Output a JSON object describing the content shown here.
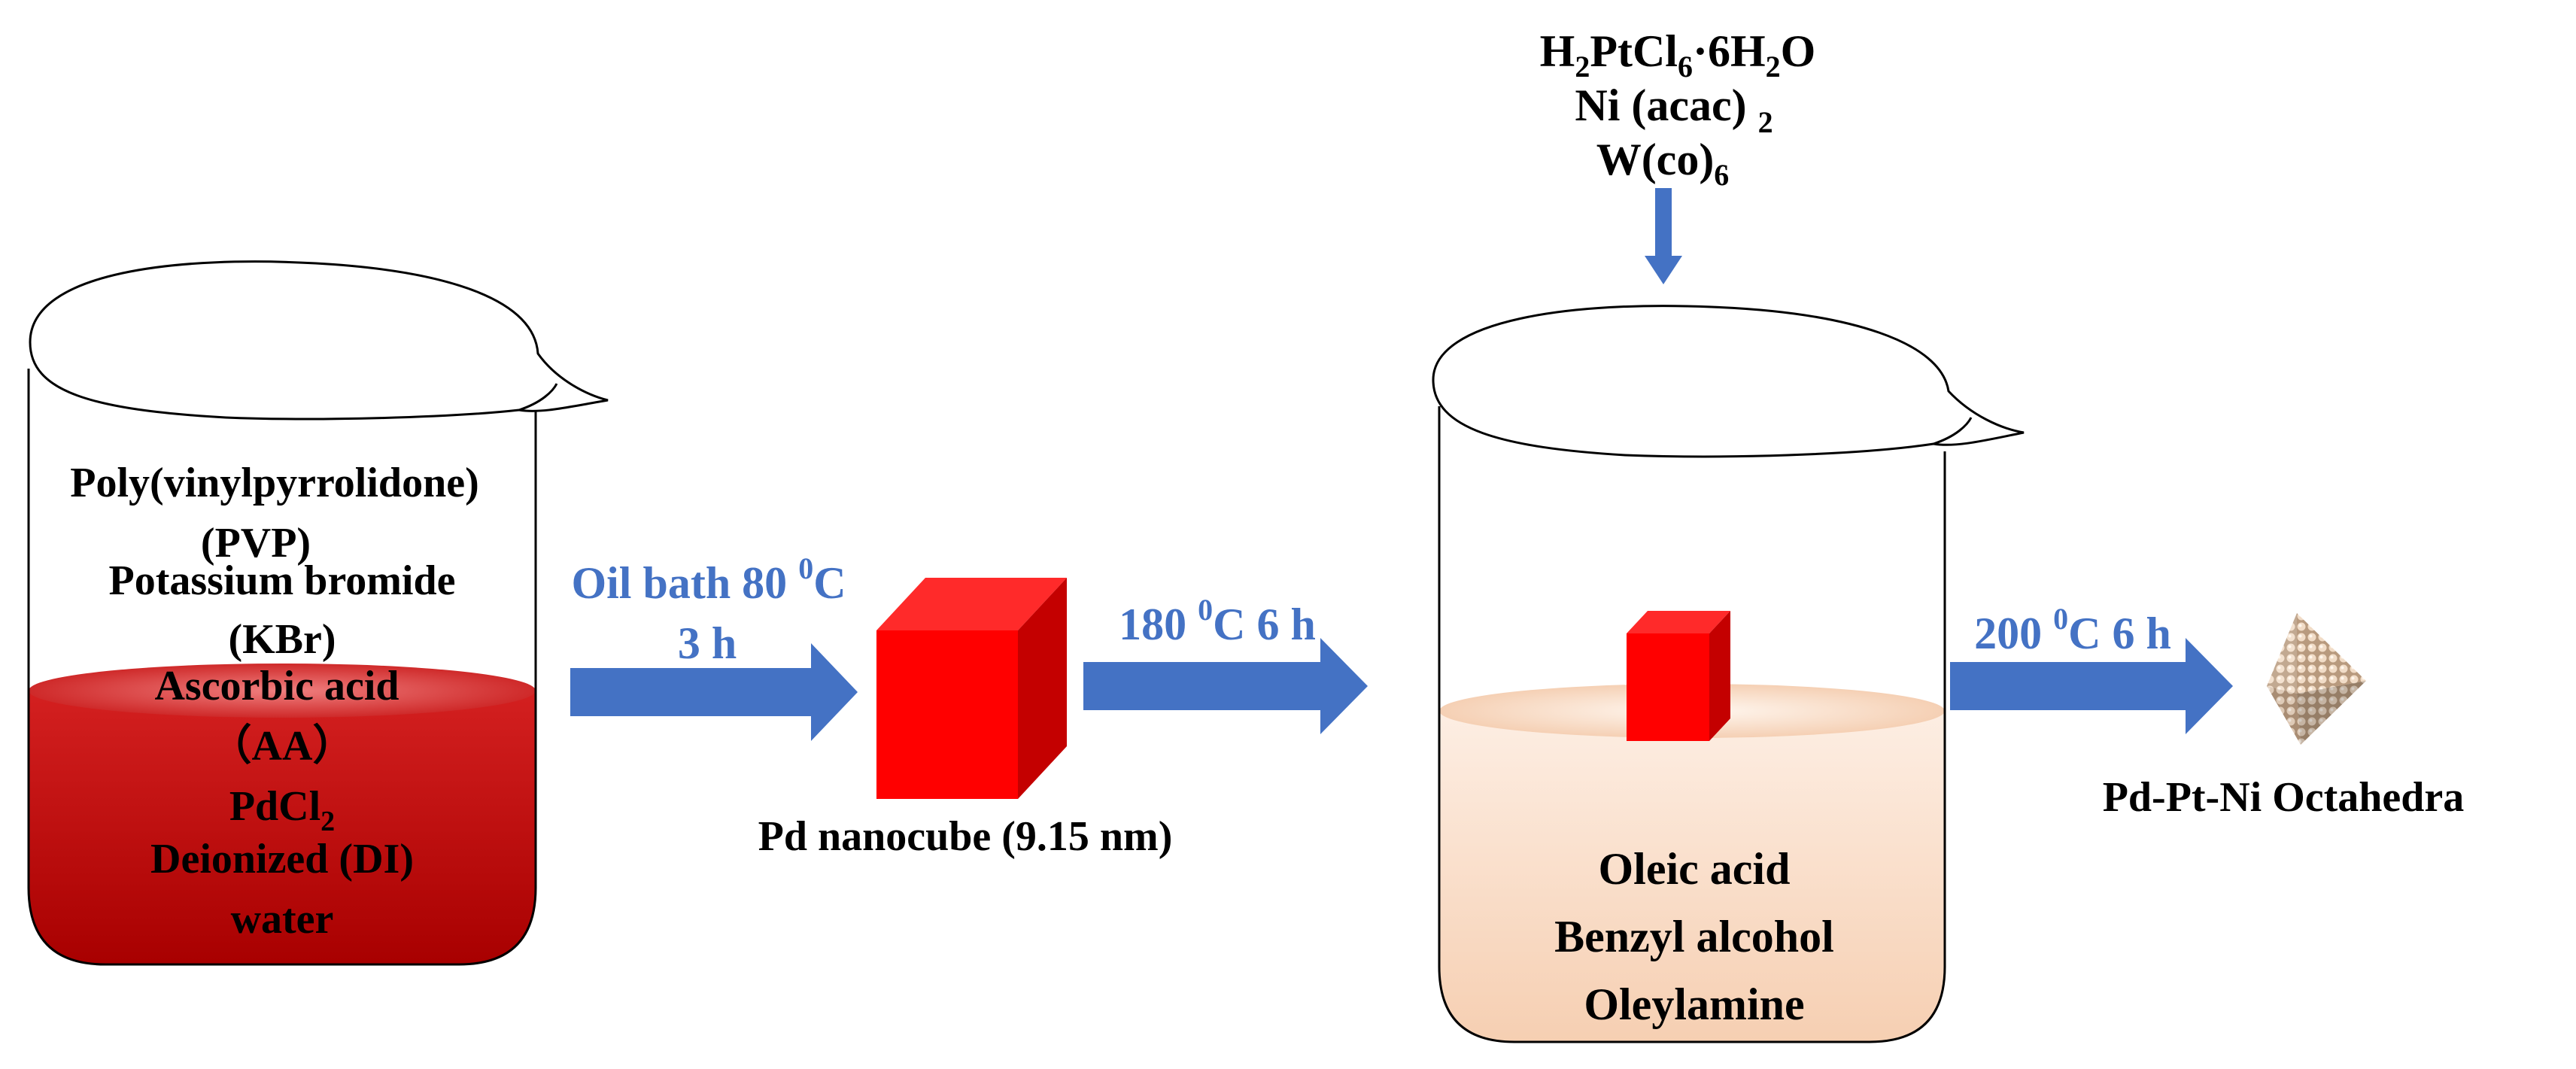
{
  "beaker1": {
    "contents": [
      "Poly(vinylpyrrolidone)",
      "(PVP)",
      "Potassium bromide",
      "(KBr)",
      "Ascorbic acid",
      "（AA）",
      "PdCl",
      "Deionized (DI)",
      "water"
    ],
    "pdcl_subscript": "2",
    "liquid_color": "#c00000"
  },
  "step1": {
    "line1": "Oil bath 80 ",
    "sup": "0",
    "unit": "C",
    "line2": "3 h"
  },
  "cube": {
    "label": "Pd  nanocube (9.15 nm)",
    "color": "#ff0000"
  },
  "step2": {
    "temp": "180 ",
    "sup": "0",
    "rest": "C 6 h"
  },
  "precursors": {
    "h2ptcl6": {
      "a": "H",
      "a_sub": "2",
      "b": "PtCl",
      "b_sub": "6",
      "c": "·6H",
      "c_sub": "2",
      "d": "O"
    },
    "ni": {
      "main": "Ni (acac) ",
      "sub": "2"
    },
    "w": {
      "main": "W(co)",
      "sub": "6"
    }
  },
  "beaker2": {
    "contents": [
      "Oleic acid",
      "Benzyl alcohol",
      "Oleylamine"
    ],
    "liquid_color": "#f9d9c4"
  },
  "step3": {
    "temp": "200 ",
    "sup": "0",
    "rest": "C 6 h"
  },
  "product": {
    "label": "Pd-Pt-Ni Octahedra"
  },
  "colors": {
    "arrow": "#4472c4",
    "text_blue": "#4472c4",
    "text_black": "#000000"
  }
}
